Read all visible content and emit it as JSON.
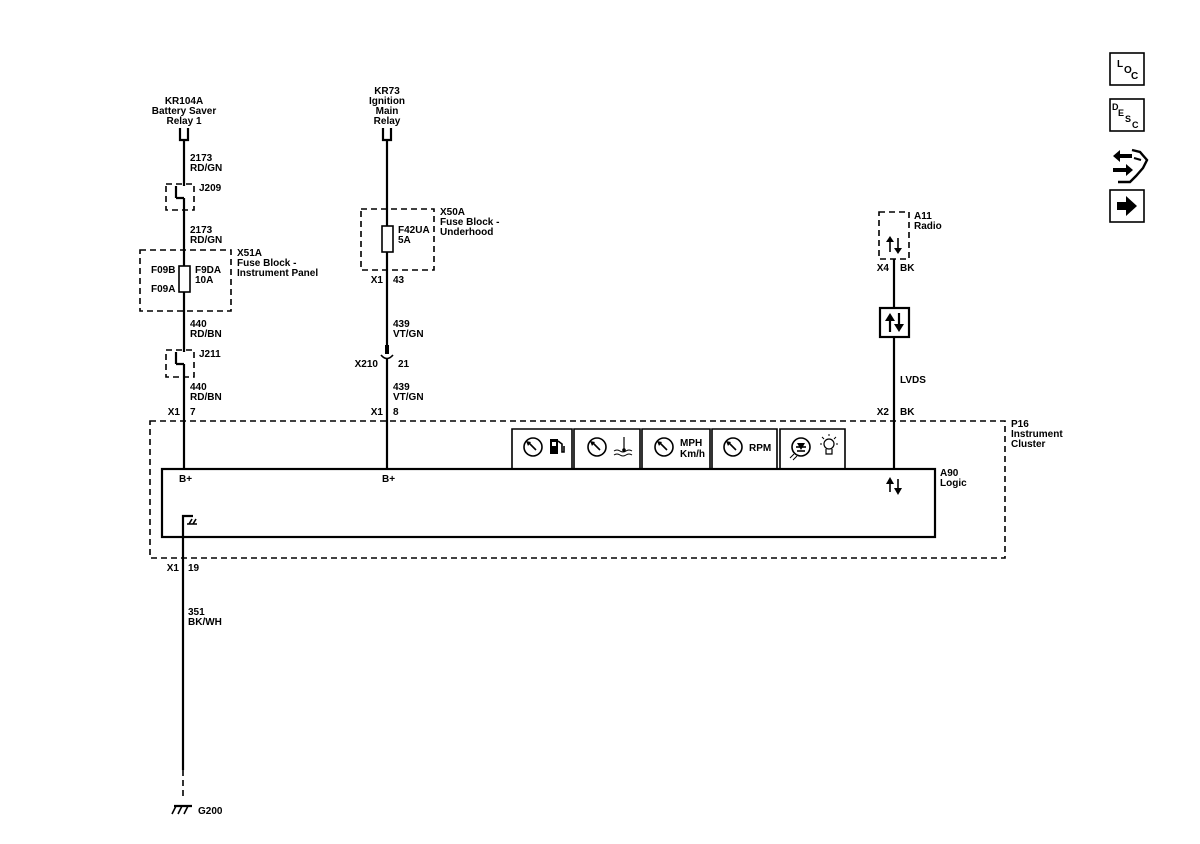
{
  "relays": {
    "kr104a": {
      "id": "KR104A",
      "line1": "Battery Saver",
      "line2": "Relay 1"
    },
    "kr73": {
      "id": "KR73",
      "line1": "Ignition",
      "line2": "Main",
      "line3": "Relay"
    }
  },
  "left_circuit": {
    "wire1_num": "2173",
    "wire1_color": "RD/GN",
    "splice1": "J209",
    "wire2_num": "2173",
    "wire2_color": "RD/GN",
    "fuse_block": {
      "id": "X51A",
      "line1": "Fuse Block -",
      "line2": "Instrument Panel",
      "in_pin": "F09B",
      "out_pin": "F09A",
      "fuse": "F9DA",
      "rating": "10A"
    },
    "wire3_num": "440",
    "wire3_color": "RD/BN",
    "splice2": "J211",
    "wire4_num": "440",
    "wire4_color": "RD/BN",
    "conn": "X1",
    "pin": "7"
  },
  "middle_circuit": {
    "fuse_block": {
      "id": "X50A",
      "line1": "Fuse Block -",
      "line2": "Underhood",
      "fuse": "F42UA",
      "rating": "5A",
      "conn": "X1",
      "pin": "43"
    },
    "wire1_num": "439",
    "wire1_color": "VT/GN",
    "inline_conn": "X210",
    "inline_pin": "21",
    "wire2_num": "439",
    "wire2_color": "VT/GN",
    "conn": "X1",
    "pin": "8"
  },
  "right_circuit": {
    "radio": {
      "id": "A11",
      "name": "Radio"
    },
    "radio_conn": "X4",
    "radio_color": "BK",
    "signal": "LVDS",
    "conn": "X2",
    "color": "BK"
  },
  "cluster": {
    "id": "P16",
    "line1": "Instrument",
    "line2": "Cluster",
    "logic_id": "A90",
    "logic_name": "Logic",
    "bplus1": "B+",
    "bplus2": "B+",
    "gauge_mph": "MPH",
    "gauge_kmh": "Km/h",
    "gauge_rpm": "RPM"
  },
  "ground": {
    "conn": "X1",
    "pin": "19",
    "wire_num": "351",
    "wire_color": "BK/WH",
    "ground_id": "G200"
  },
  "side_buttons": {
    "loc": [
      "L",
      "O",
      "C"
    ],
    "desc": [
      "D",
      "E",
      "S",
      "C"
    ]
  }
}
